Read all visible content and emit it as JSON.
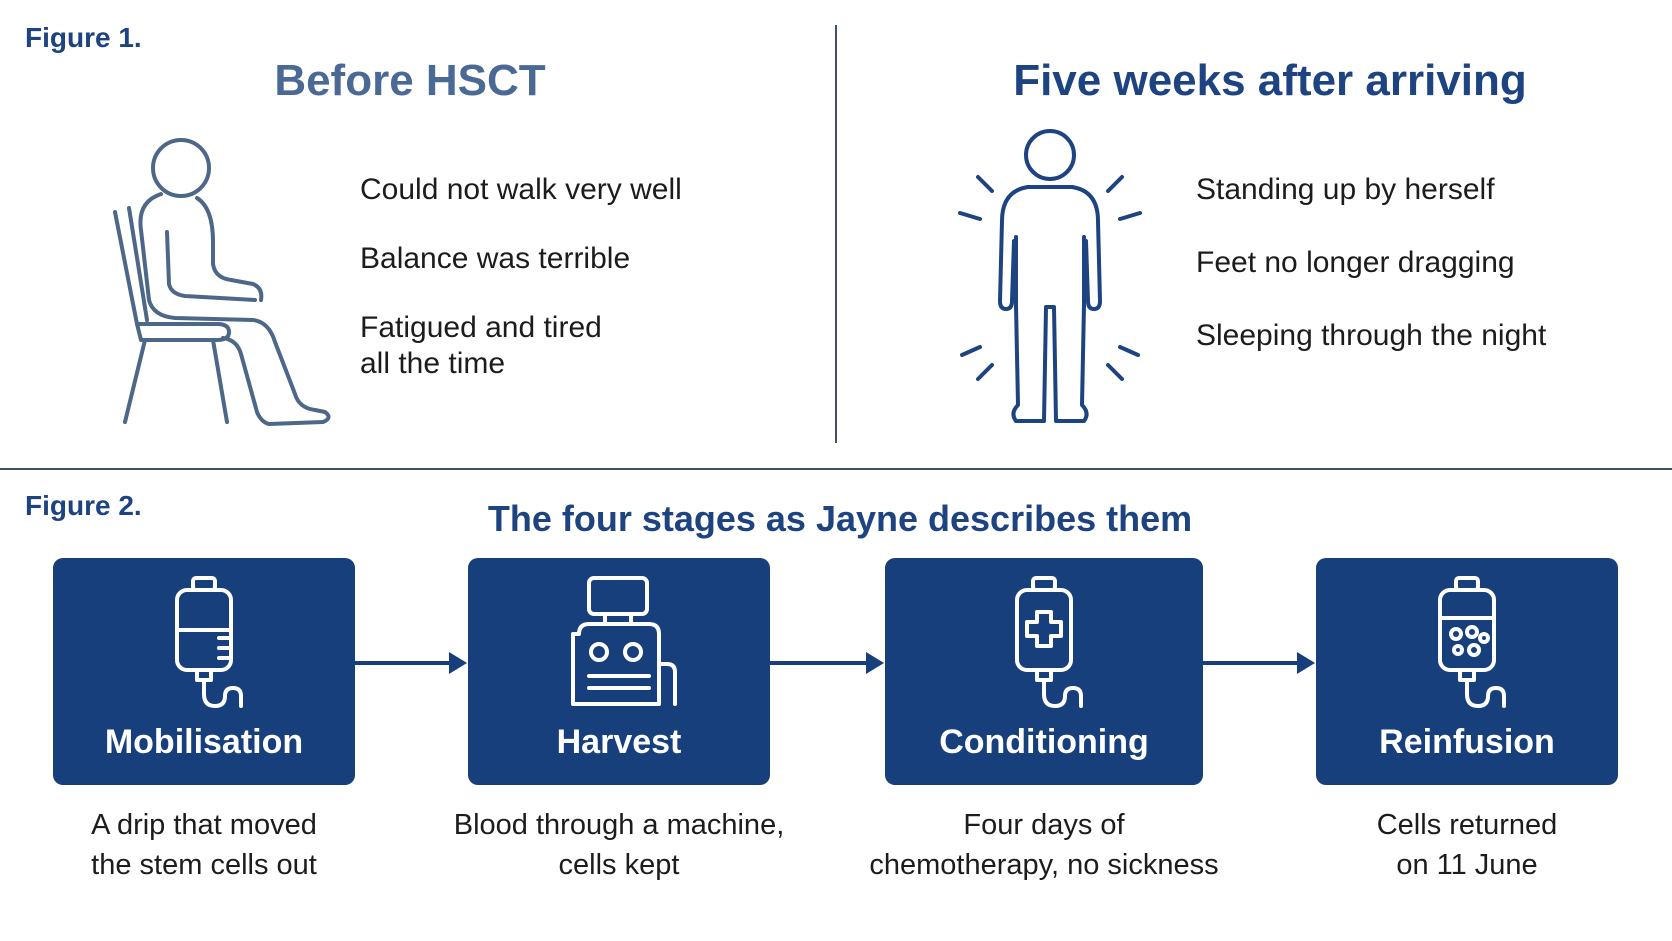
{
  "figure1": {
    "label": "Figure 1.",
    "before": {
      "title": "Before HSCT",
      "items": [
        "Could not walk very well",
        "Balance was terrible",
        "Fatigued and tired",
        "all the time"
      ]
    },
    "after": {
      "title": "Five weeks after arriving",
      "items": [
        "Standing up by herself",
        "Feet no longer dragging",
        "Sleeping through the night"
      ]
    }
  },
  "figure2": {
    "label": "Figure 2.",
    "title": "The four stages as Jayne describes them",
    "stages": [
      {
        "name": "Mobilisation",
        "icon": "iv-drip-bag-icon",
        "desc": [
          "A drip that moved",
          "the stem cells out"
        ]
      },
      {
        "name": "Harvest",
        "icon": "apheresis-machine-icon",
        "desc": [
          "Blood through a machine,",
          "cells kept"
        ]
      },
      {
        "name": "Conditioning",
        "icon": "medical-bag-icon",
        "desc": [
          "Four days of",
          "chemotherapy, no sickness"
        ]
      },
      {
        "name": "Reinfusion",
        "icon": "cell-bag-icon",
        "desc": [
          "Cells returned",
          "on 11 June"
        ]
      }
    ]
  },
  "colors": {
    "accent": "#163f7c",
    "title_before": "#4a6a95",
    "title_after": "#1d4380",
    "line": "#3f4f66",
    "icon_stroke": "#4d6788"
  }
}
